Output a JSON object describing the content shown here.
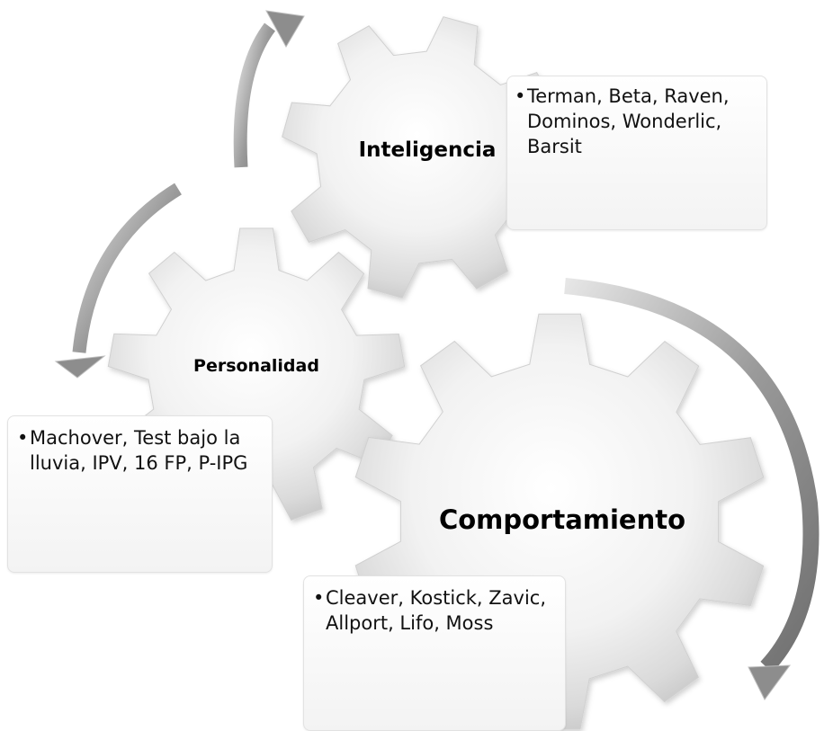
{
  "diagram": {
    "gears": [
      {
        "id": "inteligencia",
        "label": "Inteligencia",
        "items": "Terman, Beta, Raven, Dominos, Wonderlic, Barsit"
      },
      {
        "id": "personalidad",
        "label": "Personalidad",
        "items": "Machover, Test bajo la lluvia, IPV, 16 FP, P-IPG"
      },
      {
        "id": "comportamiento",
        "label": "Comportamiento",
        "items": "Cleaver, Kostick, Zavic, Allport, Lifo, Moss"
      }
    ],
    "colors": {
      "gear_light": "#ffffff",
      "gear_dark": "#c8c8c8",
      "arrow_light": "#e0e0e0",
      "arrow_dark": "#808080"
    }
  }
}
